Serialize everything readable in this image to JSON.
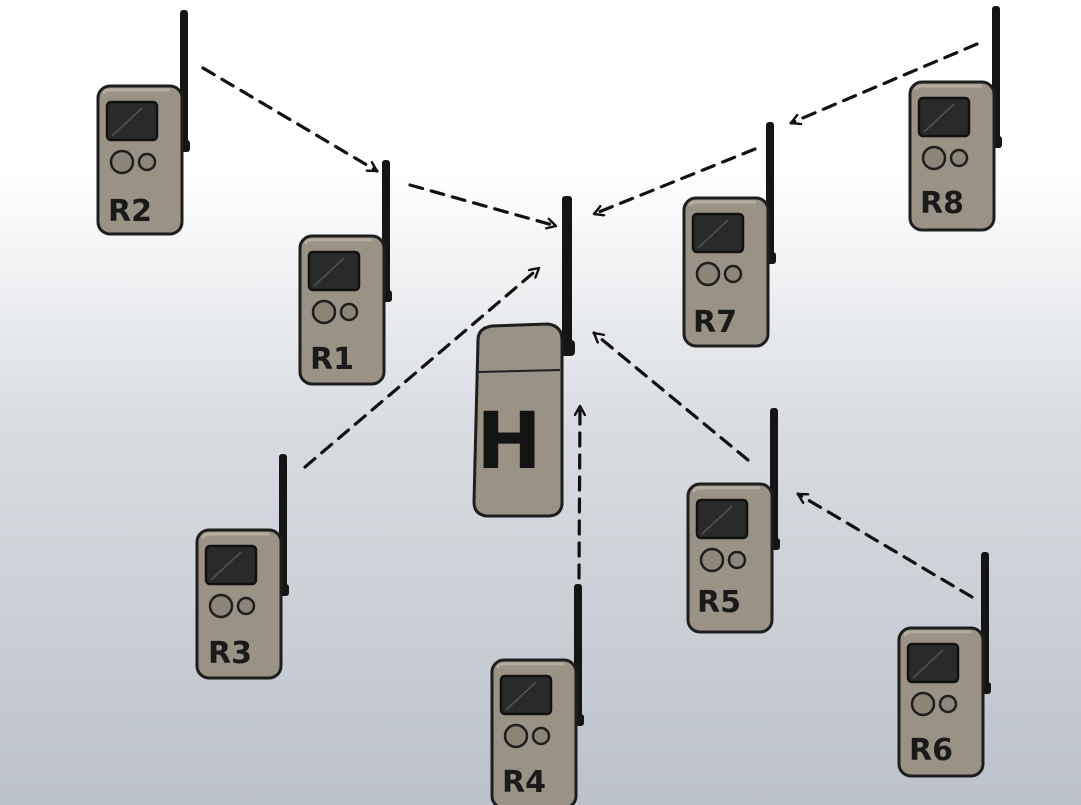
{
  "hub": {
    "label": "H"
  },
  "relays": [
    {
      "id": "r1",
      "label": "R1"
    },
    {
      "id": "r2",
      "label": "R2"
    },
    {
      "id": "r3",
      "label": "R3"
    },
    {
      "id": "r4",
      "label": "R4"
    },
    {
      "id": "r5",
      "label": "R5"
    },
    {
      "id": "r6",
      "label": "R6"
    },
    {
      "id": "r7",
      "label": "R7"
    },
    {
      "id": "r8",
      "label": "R8"
    }
  ],
  "links": [
    {
      "from": "R2",
      "to": "R1"
    },
    {
      "from": "R1",
      "to": "H"
    },
    {
      "from": "R3",
      "to": "H"
    },
    {
      "from": "R4",
      "to": "H"
    },
    {
      "from": "R5",
      "to": "H"
    },
    {
      "from": "R6",
      "to": "R5"
    },
    {
      "from": "R7",
      "to": "H"
    },
    {
      "from": "R8",
      "to": "R7"
    }
  ],
  "colors": {
    "device_body": "#9a9284",
    "device_outline": "#1e1e1e",
    "screen": "#2a2a2a",
    "antenna": "#151515",
    "arrow": "#111111"
  }
}
